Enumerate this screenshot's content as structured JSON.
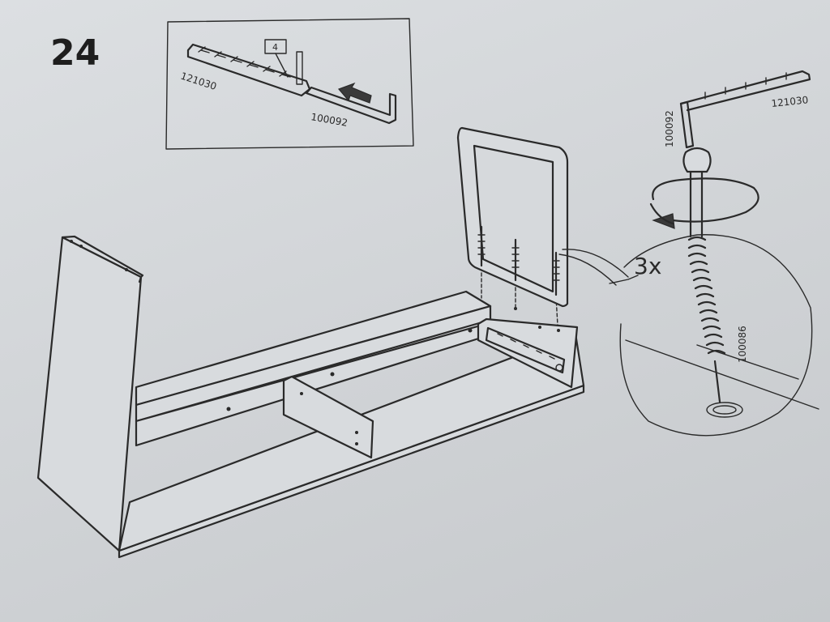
{
  "step": {
    "number": "24"
  },
  "inset": {
    "key_part_code": "121030",
    "wrench_part_code": "100092",
    "box_label": "4"
  },
  "detail": {
    "key_part_code": "121030",
    "wrench_part_code": "100092",
    "screw_part_code": "100086",
    "quantity": "3x"
  },
  "colors": {
    "paper": "#d3d6d9",
    "ink": "#2a2a2a"
  },
  "icons": [
    "allen-key-icon",
    "rotate-arrow-icon",
    "push-arrow-icon"
  ]
}
